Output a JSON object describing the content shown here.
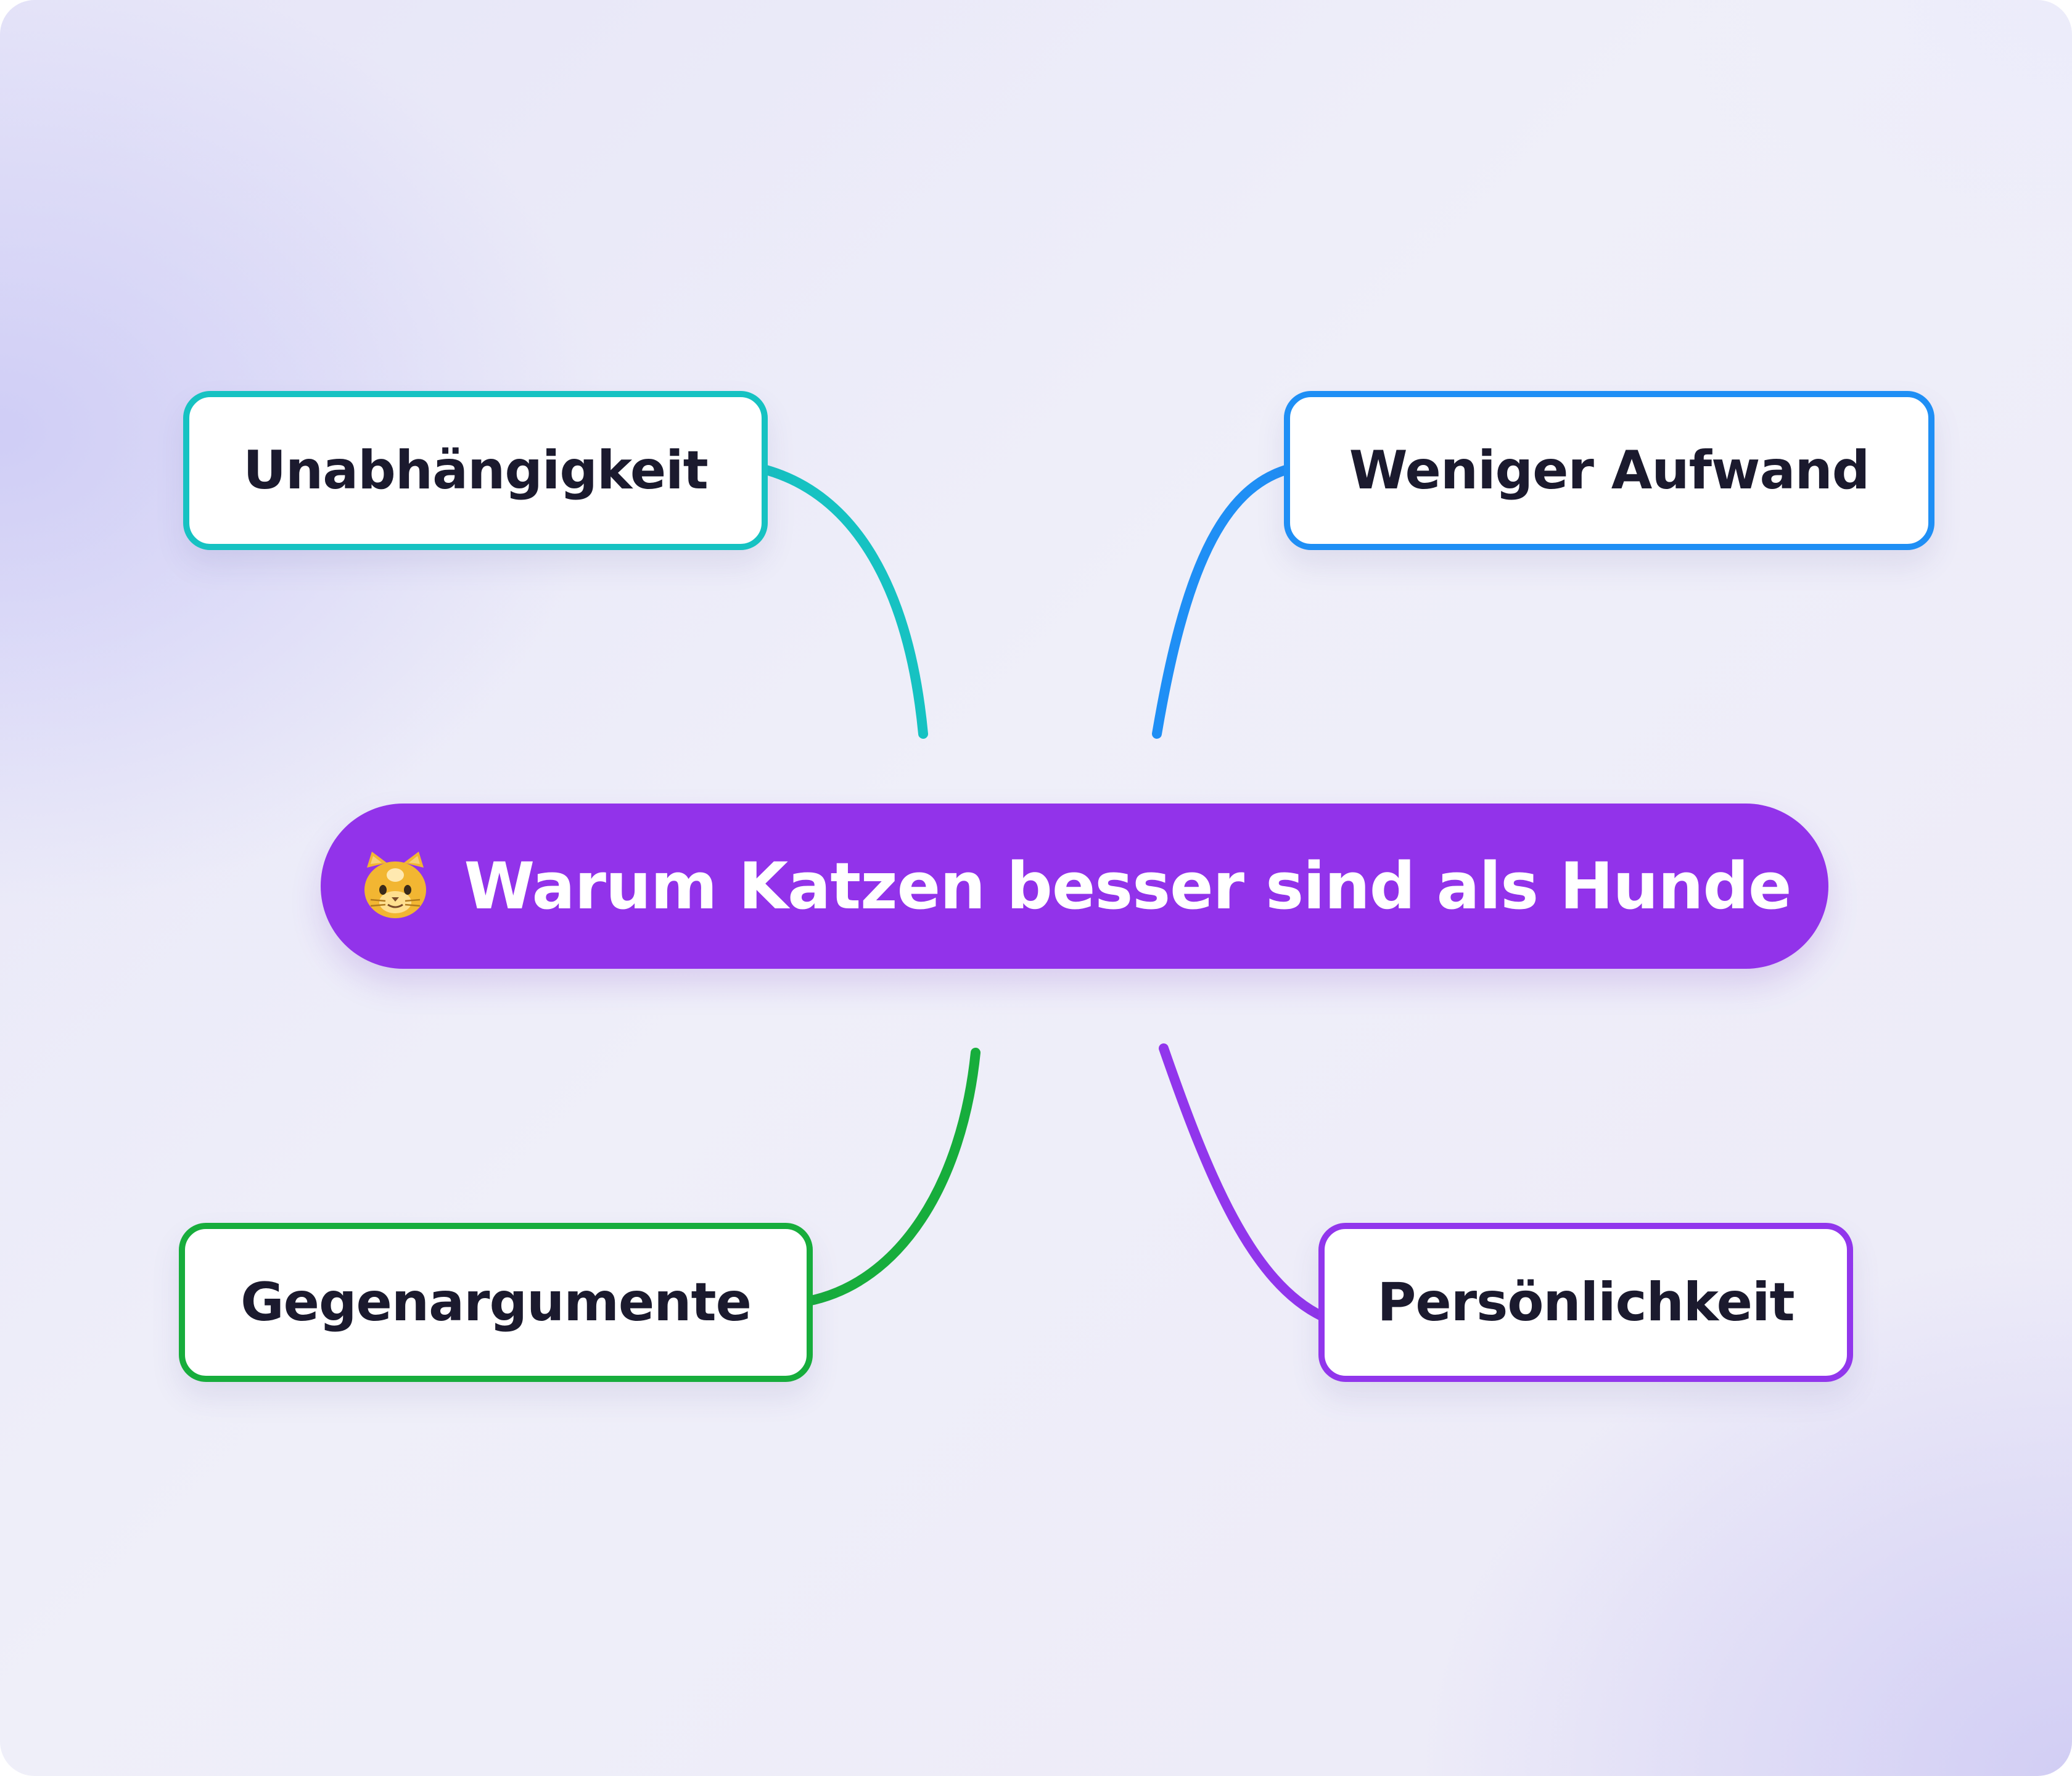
{
  "central_topic": {
    "icon": "cat-face-icon",
    "title": "Warum Katzen besser sind als Hunde",
    "color": "#9233ea"
  },
  "branches": [
    {
      "label": "Unabhängigkeit",
      "color": "#16c2c2"
    },
    {
      "label": "Weniger Aufwand",
      "color": "#1f8ff5"
    },
    {
      "label": "Gegenargumente",
      "color": "#17ad3c"
    },
    {
      "label": "Persönlichkeit",
      "color": "#9136ec"
    }
  ]
}
